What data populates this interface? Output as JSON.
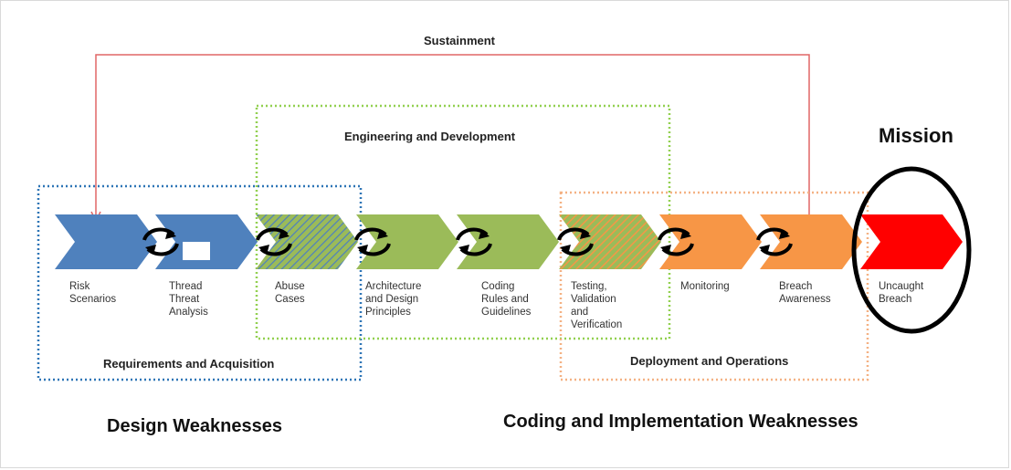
{
  "sustainment": "Sustainment",
  "mission": "Mission",
  "groups": {
    "requirements": "Requirements and Acquisition",
    "engineering": "Engineering and Development",
    "deployment": "Deployment and Operations"
  },
  "weaknesses": {
    "design": "Design Weaknesses",
    "coding": "Coding and Implementation Weaknesses"
  },
  "steps": [
    {
      "line1": "Risk",
      "line2": "Scenarios",
      "line3": "",
      "line4": ""
    },
    {
      "line1": "Thread",
      "line2": "Threat",
      "line3": "Analysis",
      "line4": ""
    },
    {
      "line1": "Abuse",
      "line2": "Cases",
      "line3": "",
      "line4": ""
    },
    {
      "line1": "Architecture",
      "line2": "and Design",
      "line3": "Principles",
      "line4": ""
    },
    {
      "line1": "Coding",
      "line2": "Rules and",
      "line3": "Guidelines",
      "line4": ""
    },
    {
      "line1": "Testing,",
      "line2": "Validation",
      "line3": "and",
      "line4": "Verification"
    },
    {
      "line1": "Monitoring",
      "line2": "",
      "line3": "",
      "line4": ""
    },
    {
      "line1": "Breach",
      "line2": "Awareness",
      "line3": "",
      "line4": ""
    },
    {
      "line1": "Uncaught",
      "line2": "Breach",
      "line3": "",
      "line4": ""
    }
  ],
  "colors": {
    "blue": "#4f81bd",
    "green": "#9bbb59",
    "orange": "#f79646",
    "red": "#ff0000",
    "mixed_orange": "#d9a441",
    "sustainment_line": "#e06666",
    "req_box": "#2e75b6",
    "eng_box": "#92d050",
    "dep_box": "#f4b183"
  },
  "icons": [
    "cycle-arrows-icon"
  ]
}
